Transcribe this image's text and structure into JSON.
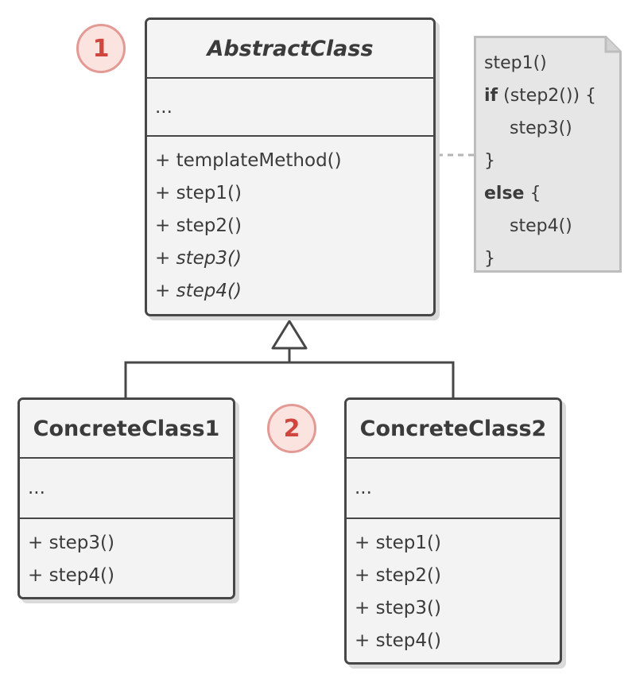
{
  "badges": {
    "first": "1",
    "second": "2"
  },
  "abstract_class": {
    "name": "AbstractClass",
    "fields": "...",
    "methods": [
      "+ templateMethod()",
      "+ step1()",
      "+ step2()",
      "+ step3()",
      "+ step4()"
    ]
  },
  "note": {
    "line1": "step1()",
    "if_keyword": "if",
    "if_condition": " (step2()) {",
    "line3": "step3()",
    "close1": "}",
    "else_keyword": "else",
    "else_brace": " {",
    "line6": "step4()",
    "close2": "}"
  },
  "concrete_class_1": {
    "name": "ConcreteClass1",
    "fields": "...",
    "methods": [
      "+ step3()",
      "+ step4()"
    ]
  },
  "concrete_class_2": {
    "name": "ConcreteClass2",
    "fields": "...",
    "methods": [
      "+ step1()",
      "+ step2()",
      "+ step3()",
      "+ step4()"
    ]
  },
  "colors": {
    "border": "#474747",
    "box_fill": "#f3f3f3",
    "note_fill": "#e6e6e6",
    "badge_fill": "#fbe3e0",
    "badge_text": "#d0463f"
  }
}
